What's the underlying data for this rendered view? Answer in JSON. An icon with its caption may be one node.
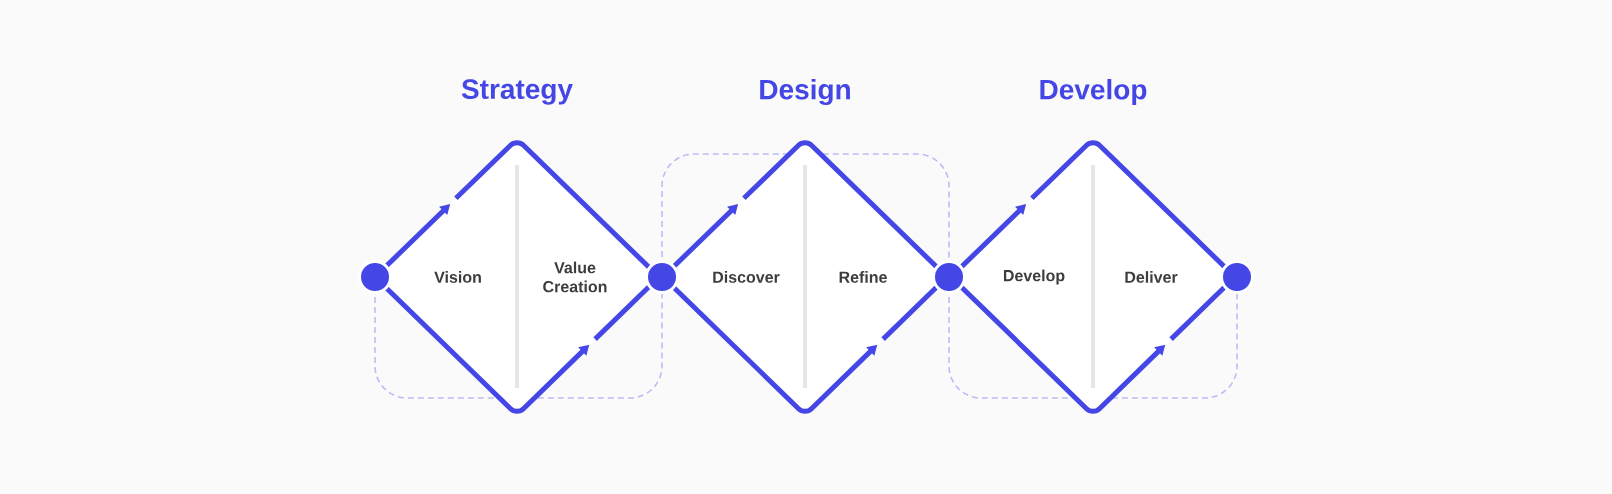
{
  "diagram": {
    "nodes": [
      {
        "text": [
          "Strategy",
          "Vision",
          "Value Creation"
        ]
      },
      {
        "text": [
          "Design",
          "Discover",
          "Refine"
        ]
      },
      {
        "text": [
          "Develop",
          "Develop",
          "Deliver"
        ]
      },
      {
        "text": [],
        "shape": "circle"
      },
      {
        "text": [],
        "shape": "circle"
      },
      {
        "text": [],
        "shape": "circle"
      },
      {
        "text": [],
        "shape": "circle"
      }
    ]
  }
}
